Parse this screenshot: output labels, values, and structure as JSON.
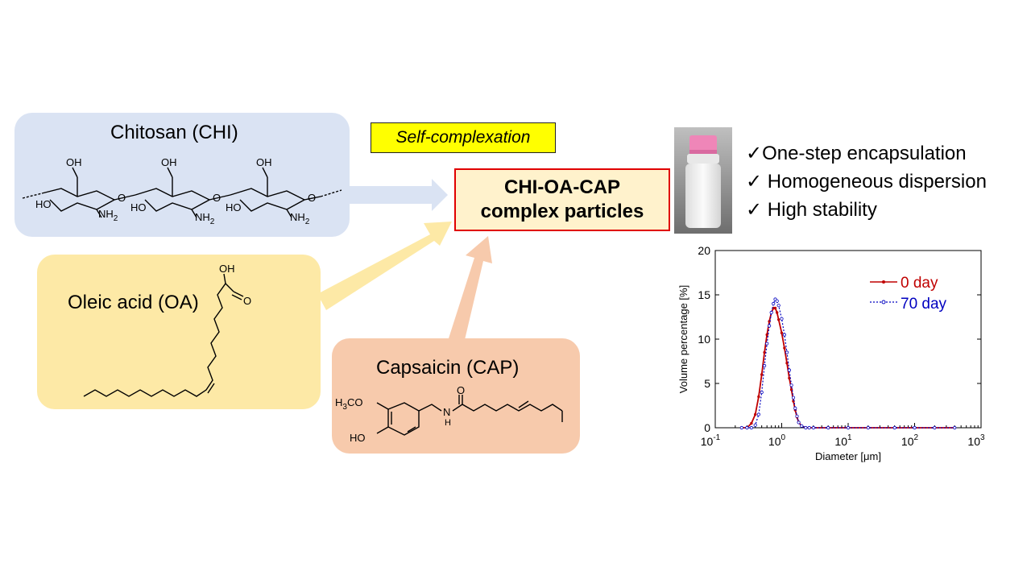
{
  "chitosan": {
    "title": "Chitosan (CHI)",
    "labels": {
      "oh": "OH",
      "ho": "HO",
      "nh": "NH",
      "sub2": "2",
      "o": "O"
    }
  },
  "oleic": {
    "title": "Oleic acid (OA)",
    "labels": {
      "oh": "OH",
      "o": "O"
    }
  },
  "capsaicin": {
    "title": "Capsaicin (CAP)",
    "labels": {
      "h": "H",
      "sub3": "3",
      "co": "CO",
      "ho": "HO",
      "n": "N",
      "nh_h": "H",
      "o": "O"
    }
  },
  "process_tag": "Self-complexation",
  "product": {
    "line1": "CHI-OA-CAP",
    "line2": "complex particles"
  },
  "features": [
    "✓One-step encapsulation",
    "✓ Homogeneous dispersion",
    "✓ High stability"
  ],
  "colors": {
    "chi_box": "#dae3f3",
    "oa_box": "#fde9a6",
    "cap_box": "#f7caac",
    "tag_bg": "#ffff00",
    "product_border": "#e00000",
    "product_bg": "#fff2cc",
    "day0": "#c00000",
    "day70": "#0000c0"
  },
  "chart_data": {
    "type": "line",
    "xlabel": "Diameter [",
    "xlabel_mu": "μ",
    "xlabel_unit": "m]",
    "ylabel": "Volume percentage [%]",
    "x_scale": "log",
    "xlim": [
      0.1,
      1000
    ],
    "ylim": [
      0,
      20
    ],
    "x_ticks": [
      {
        "base": "10",
        "exp": "-1"
      },
      {
        "base": "10",
        "exp": "0"
      },
      {
        "base": "10",
        "exp": "1"
      },
      {
        "base": "10",
        "exp": "2"
      },
      {
        "base": "10",
        "exp": "3"
      }
    ],
    "y_ticks": [
      "0",
      "5",
      "10",
      "15",
      "20"
    ],
    "legend_position": "top-right",
    "series": [
      {
        "name": "0 day",
        "color": "#c00000",
        "x": [
          0.25,
          0.3,
          0.35,
          0.4,
          0.45,
          0.5,
          0.55,
          0.6,
          0.65,
          0.7,
          0.75,
          0.8,
          0.85,
          0.9,
          1.0,
          1.1,
          1.2,
          1.3,
          1.4,
          1.5,
          1.6,
          1.7,
          1.8,
          2.0,
          2.3,
          2.6,
          3,
          5,
          10,
          20,
          50,
          100,
          200,
          400
        ],
        "y": [
          0,
          0,
          0.5,
          1.5,
          3.5,
          6,
          8.5,
          10.5,
          12,
          13,
          13.5,
          13.5,
          13,
          12.2,
          10.7,
          9,
          7.3,
          5.6,
          4.3,
          3,
          2,
          1.2,
          0.6,
          0.2,
          0,
          0,
          0,
          0,
          0,
          0,
          0,
          0,
          0,
          0
        ]
      },
      {
        "name": "70 day",
        "color": "#0000c0",
        "x": [
          0.25,
          0.3,
          0.35,
          0.4,
          0.45,
          0.5,
          0.55,
          0.6,
          0.65,
          0.7,
          0.75,
          0.8,
          0.85,
          0.9,
          1.0,
          1.1,
          1.2,
          1.3,
          1.4,
          1.5,
          1.6,
          1.7,
          1.8,
          2.0,
          2.3,
          2.6,
          3,
          5,
          10,
          20,
          50,
          100,
          200,
          400
        ],
        "y": [
          0,
          0,
          0,
          0.3,
          1.5,
          4,
          7,
          9.5,
          11.5,
          13,
          14,
          14.5,
          14.3,
          13.8,
          12.3,
          10.5,
          8.5,
          6.5,
          4.8,
          3.4,
          2.2,
          1.3,
          0.6,
          0.2,
          0,
          0,
          0,
          0,
          0,
          0,
          0,
          0,
          0,
          0
        ]
      }
    ]
  }
}
